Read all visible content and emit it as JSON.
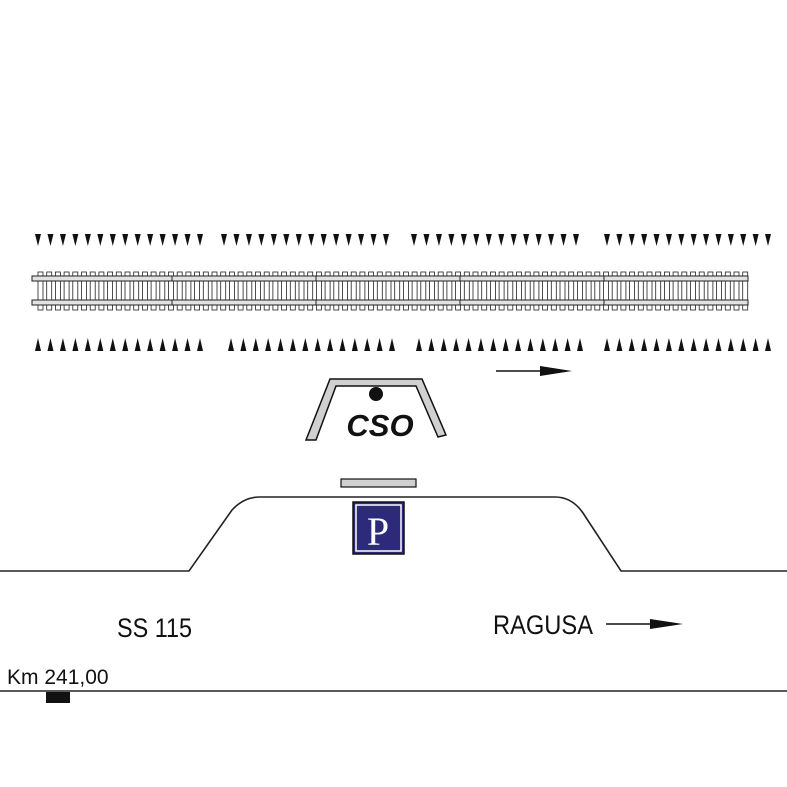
{
  "station": {
    "code": "CSO",
    "track_direction_icon": "arrow-right-icon"
  },
  "parking": {
    "symbol": "P",
    "sign_color": "#2e2a7a",
    "icon": "parking-sign-icon"
  },
  "road": {
    "name": "SS 115",
    "destination": "RAGUSA",
    "destination_icon": "arrow-right-icon",
    "kilometer": "Km 241,00"
  },
  "colors": {
    "line": "#222222",
    "platform_fill": "#d0d0d0",
    "ink": "#111111"
  }
}
